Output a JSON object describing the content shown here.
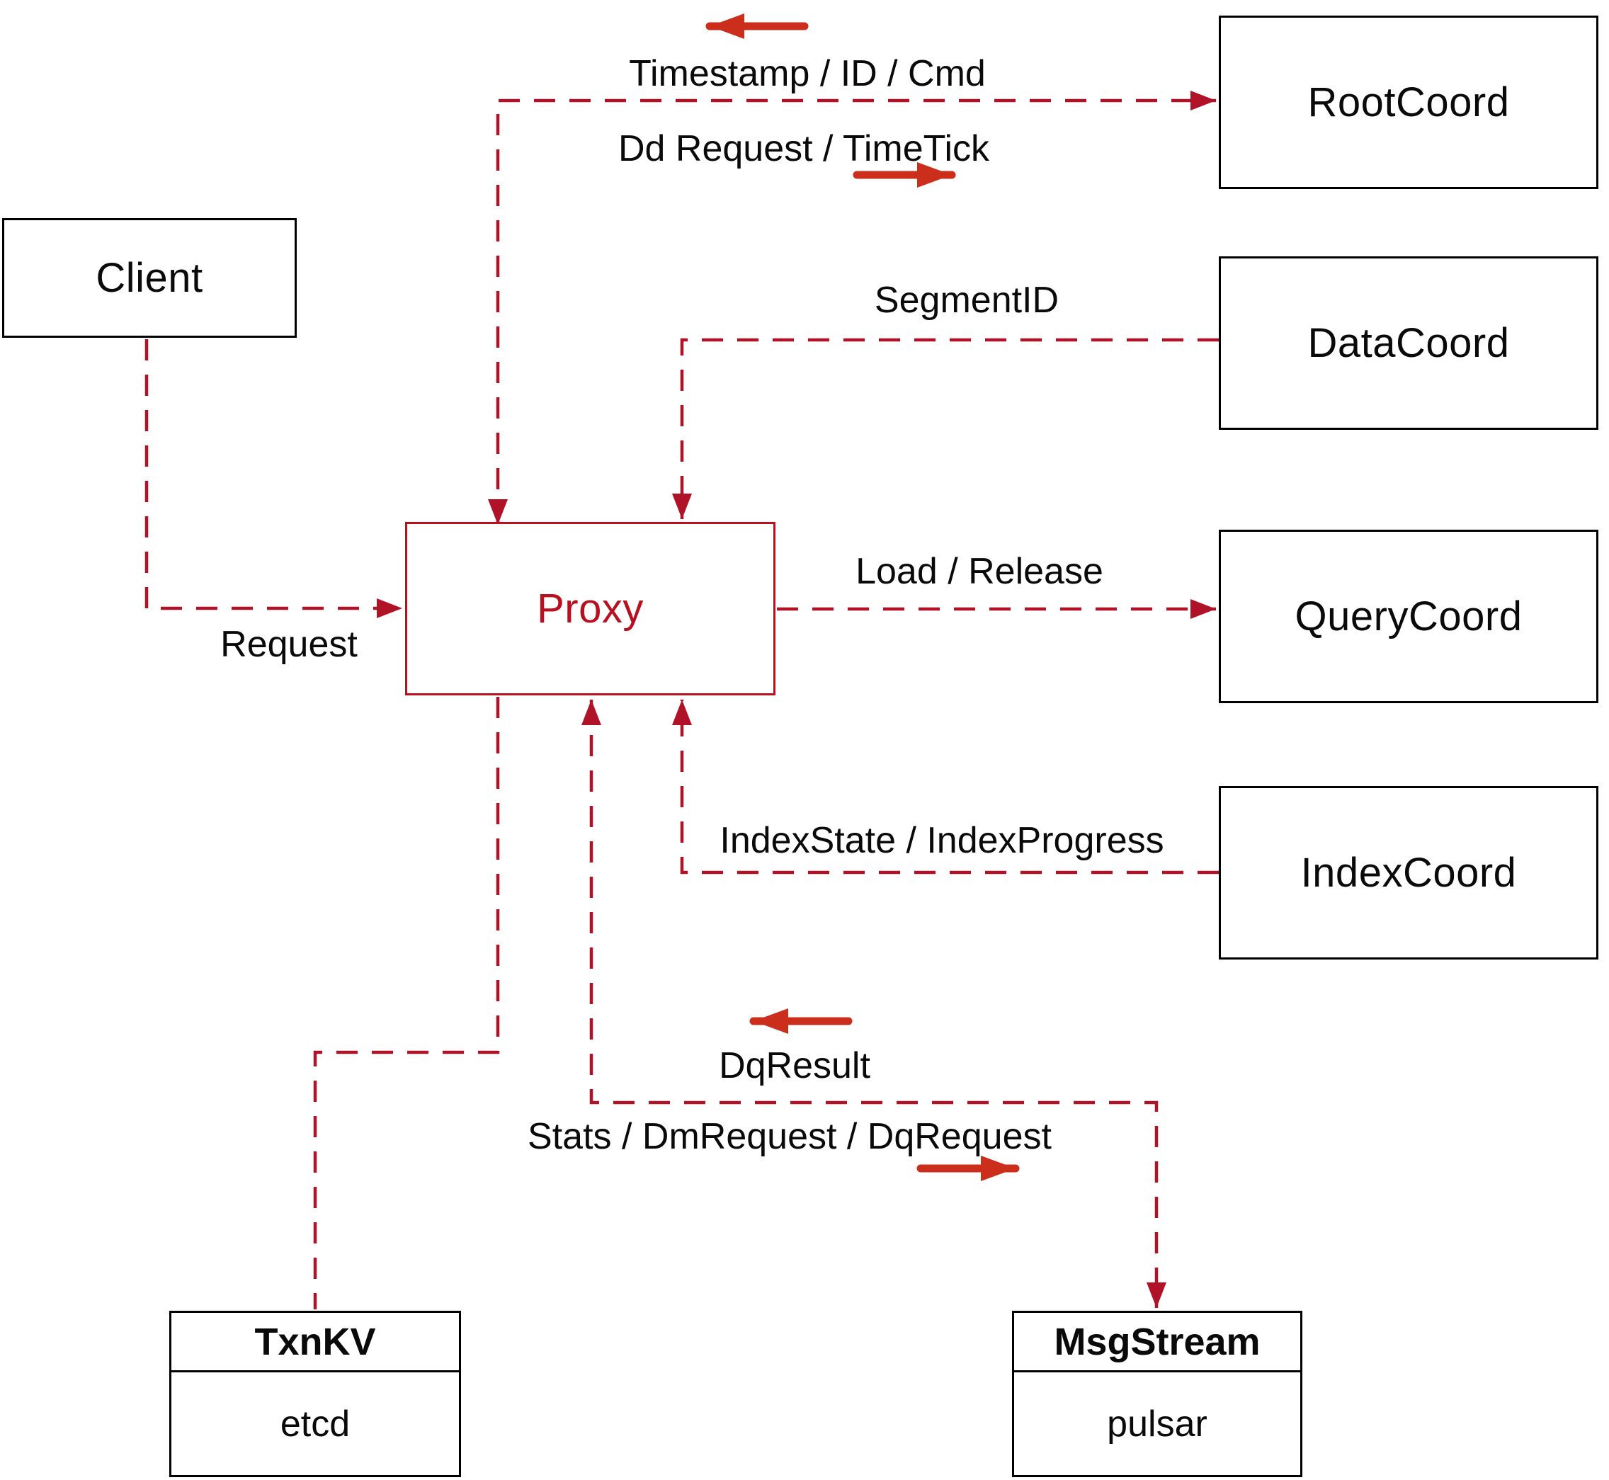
{
  "diagram": {
    "nodes": {
      "client": {
        "label": "Client"
      },
      "proxy": {
        "label": "Proxy"
      },
      "root_coord": {
        "label": "RootCoord"
      },
      "data_coord": {
        "label": "DataCoord"
      },
      "query_coord": {
        "label": "QueryCoord"
      },
      "index_coord": {
        "label": "IndexCoord"
      },
      "txn_kv": {
        "title": "TxnKV",
        "subtitle": "etcd"
      },
      "msg_stream": {
        "title": "MsgStream",
        "subtitle": "pulsar"
      }
    },
    "edge_labels": {
      "timestamp_id_cmd": "Timestamp / ID / Cmd",
      "dd_request_timetick": "Dd Request / TimeTick",
      "segment_id": "SegmentID",
      "load_release": "Load / Release",
      "index_state": "IndexState / IndexProgress",
      "dq_result": "DqResult",
      "stats_dm_dq": "Stats / DmRequest / DqRequest",
      "request": "Request"
    },
    "colors": {
      "line": "#b01228",
      "bright_arrow": "#cc2e1c",
      "box_border": "#000000",
      "proxy_red": "#b8101f",
      "text": "#0a0a0a",
      "background": "#ffffff"
    }
  }
}
